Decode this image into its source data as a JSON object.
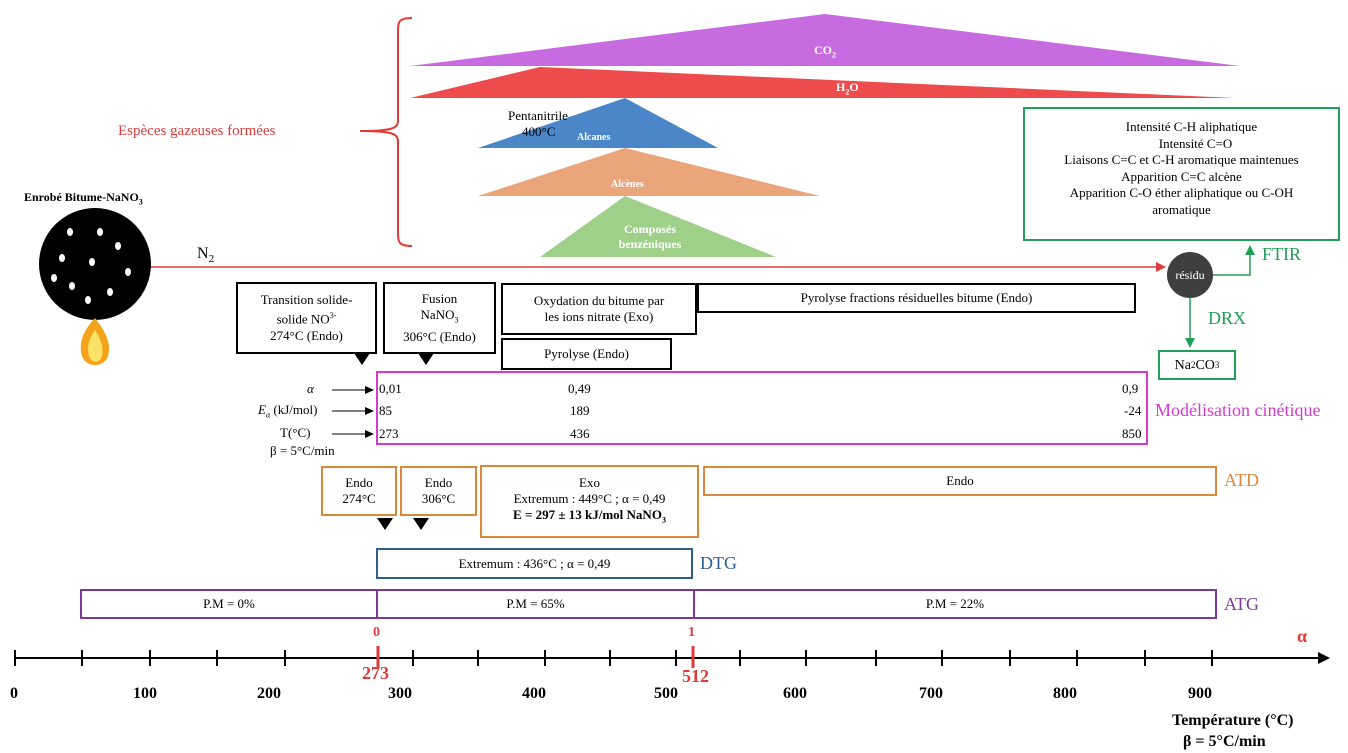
{
  "gases_label": "Espèces gazeuses formées",
  "gases": {
    "co2": {
      "label": "CO",
      "sub": "2"
    },
    "h2o": {
      "label": "H",
      "sub": "2",
      "suffix": "O"
    },
    "pentanitrile": {
      "line1": "Pentanitrile",
      "line2": "400°C"
    },
    "alcanes": "Alcanes",
    "alcenes": "Alcènes",
    "benzene": {
      "line1": "Composés",
      "line2": "benzéniques"
    }
  },
  "sample": {
    "title": "Enrobé Bitume-NaNO",
    "sub": "3"
  },
  "n2": {
    "label": "N",
    "sub": "2"
  },
  "residue": "résidu",
  "ftir": {
    "tag": "FTIR",
    "lines": [
      "Intensité C-H aliphatique",
      "Intensité C=O",
      "Liaisons C=C et C-H aromatique maintenues",
      "Apparition C=C alcène",
      "Apparition C-O éther aliphatique ou C-OH",
      "aromatique"
    ]
  },
  "drx": {
    "tag": "DRX",
    "product": "Na",
    "product_sub": "2",
    "product_mid": "CO",
    "product_sub2": "3"
  },
  "processes": {
    "transition": {
      "line1": "Transition solide-",
      "line2": "solide NO",
      "line2_sup": "3",
      "line2_sup2": "-",
      "line3": "274°C (Endo)"
    },
    "fusion": {
      "line1": "Fusion",
      "line2": "NaNO",
      "line2_sub": "3",
      "line3": "306°C (Endo)"
    },
    "oxydation": {
      "line1": "Oxydation du bitume par",
      "line2": "les ions nitrate (Exo)"
    },
    "pyrolyse_residual": "Pyrolyse fractions résiduelles bitume (Endo)",
    "pyrolyse": "Pyrolyse (Endo)"
  },
  "kinetics": {
    "tag": "Modélisation cinétique",
    "alpha_label": "α",
    "ea_label": "E",
    "ea_sub": "α",
    "ea_unit": "(kJ/mol)",
    "t_label": "T(°C)",
    "beta_label": "β = 5°C/min",
    "alpha_values": [
      "0,01",
      "0,49",
      "0,9"
    ],
    "ea_values": [
      "85",
      "189",
      "-24"
    ],
    "t_values": [
      "273",
      "436",
      "850"
    ]
  },
  "atd": {
    "tag": "ATD",
    "endo1": {
      "line1": "Endo",
      "line2": "274°C"
    },
    "endo2": {
      "line1": "Endo",
      "line2": "306°C"
    },
    "exo": {
      "line1": "Exo",
      "line2": "Extremum : 449°C ; α = 0,49",
      "line3": "E = 297 ± 13 kJ/mol NaNO",
      "line3_sub": "3"
    },
    "endo3": "Endo"
  },
  "dtg": {
    "tag": "DTG",
    "text": "Extremum : 436°C ; α = 0,49"
  },
  "atg": {
    "tag": "ATG",
    "pm1": "P.M = 0%",
    "pm2": "P.M = 65%",
    "pm3": "P.M = 22%"
  },
  "axis": {
    "alpha_symbol": "α",
    "alpha0": "0",
    "alpha1": "1",
    "red_ticks": [
      "273",
      "512"
    ],
    "ticks": [
      "0",
      "100",
      "200",
      "300",
      "400",
      "500",
      "600",
      "700",
      "800",
      "900"
    ],
    "title": "Température (°C)",
    "beta": "β = 5°C/min"
  },
  "colors": {
    "co2": "#c96be0",
    "h2o": "#ee4c4c",
    "alcanes": "#4a86c8",
    "alcenes": "#eba57a",
    "benzene": "#9fd08a",
    "red": "#e03a3a",
    "magenta": "#d43bd0",
    "orange": "#d9883c",
    "blue": "#2f5e8e",
    "purple": "#7b3a96",
    "green": "#22a05a"
  }
}
